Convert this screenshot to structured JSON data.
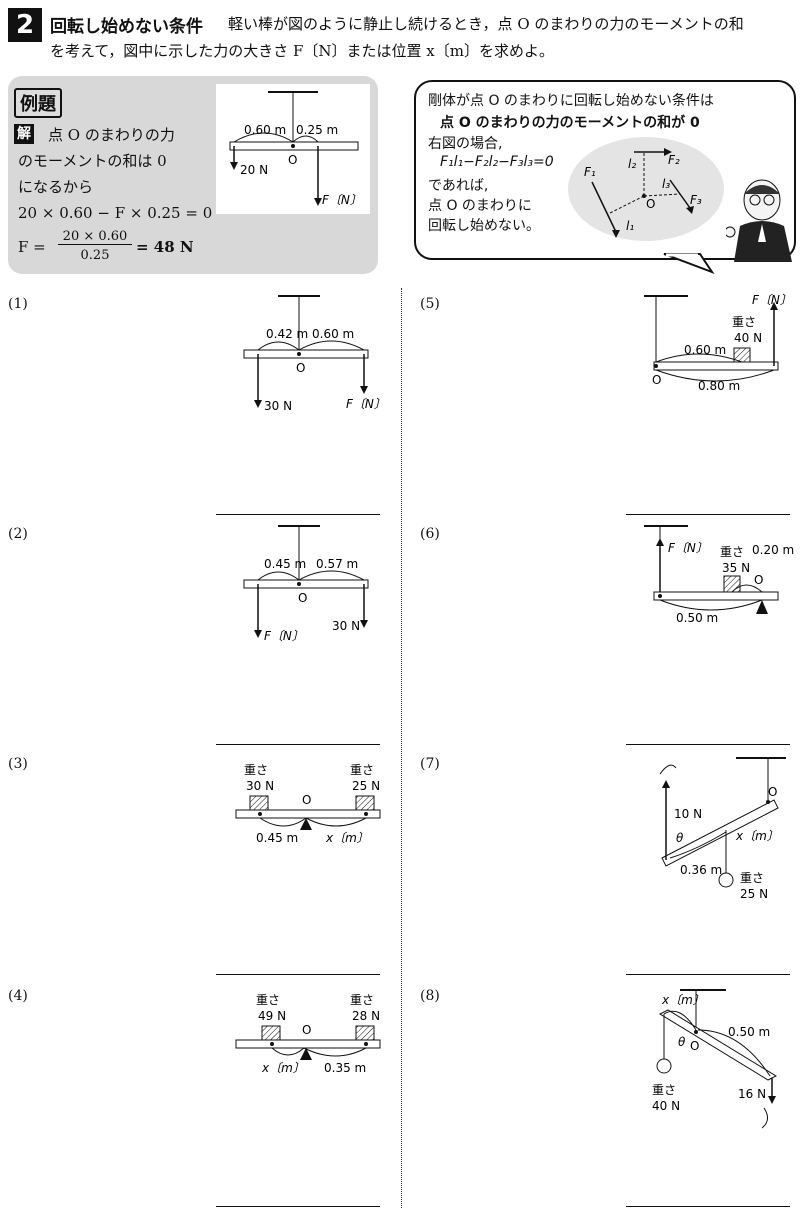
{
  "header": {
    "number": "2",
    "title": "回転し始めない条件",
    "text_line1": "軽い棒が図のように静止し続けるとき，点 O のまわりの力のモーメントの和",
    "text_line2": "を考えて，図中に示した力の大きさ F〔N〕または位置 x〔m〕を求めよ。"
  },
  "example": {
    "badge": "例題",
    "kai": "解",
    "line1": "点 O のまわりの力",
    "line2": "のモーメントの和は 0",
    "line3": "になるから",
    "eq1": "20 × 0.60 − F × 0.25 = 0",
    "eq2_lhs": "F =",
    "frac_num": "20 × 0.60",
    "frac_den": "0.25",
    "eq2_rhs": "= 48 N",
    "fig": {
      "d1": "0.60 m",
      "d2": "0.25 m",
      "o": "O",
      "f1": "20 N",
      "f2": "F〔N〕"
    }
  },
  "bubble": {
    "line1": "剛体が点 O のまわりに回転し始めない条件は",
    "line2": "点 O のまわりの力のモーメントの和が 0",
    "line3": "右図の場合,",
    "line4": "F₁l₁−F₂l₂−F₃l₃=0",
    "line5": "であれば,",
    "line6": "点 O のまわりに",
    "line7": "回転し始めない。",
    "fig": {
      "F1": "F₁",
      "F2": "F₂",
      "F3": "F₃",
      "l1": "l₁",
      "l2": "l₂",
      "l3": "l₃",
      "O": "O"
    }
  },
  "problems": [
    {
      "num": "(1)",
      "d1": "0.42 m",
      "d2": "0.60 m",
      "o": "O",
      "f1": "30 N",
      "f2": "F〔N〕"
    },
    {
      "num": "(2)",
      "d1": "0.45 m",
      "d2": "0.57 m",
      "o": "O",
      "f1": "F〔N〕",
      "f2": "30 N"
    },
    {
      "num": "(3)",
      "w1": "重さ",
      "v1": "30 N",
      "w2": "重さ",
      "v2": "25 N",
      "o": "O",
      "d1": "0.45 m",
      "d2": "x〔m〕"
    },
    {
      "num": "(4)",
      "w1": "重さ",
      "v1": "49 N",
      "w2": "重さ",
      "v2": "28 N",
      "o": "O",
      "d1": "x〔m〕",
      "d2": "0.35 m"
    },
    {
      "num": "(5)",
      "w": "重さ",
      "v": "40 N",
      "o": "O",
      "d1": "0.60 m",
      "d2": "0.80 m",
      "f": "F〔N〕"
    },
    {
      "num": "(6)",
      "w": "重さ",
      "v": "35 N",
      "o": "O",
      "d1": "0.20 m",
      "d2": "0.50 m",
      "f": "F〔N〕"
    },
    {
      "num": "(7)",
      "f": "10 N",
      "theta": "θ",
      "d1": "0.36 m",
      "d2": "x〔m〕",
      "o": "O",
      "w": "重さ",
      "v": "25 N"
    },
    {
      "num": "(8)",
      "d1": "x〔m〕",
      "d2": "0.50 m",
      "o": "O",
      "theta": "θ",
      "w": "重さ",
      "v": "40 N",
      "f": "16 N"
    }
  ]
}
